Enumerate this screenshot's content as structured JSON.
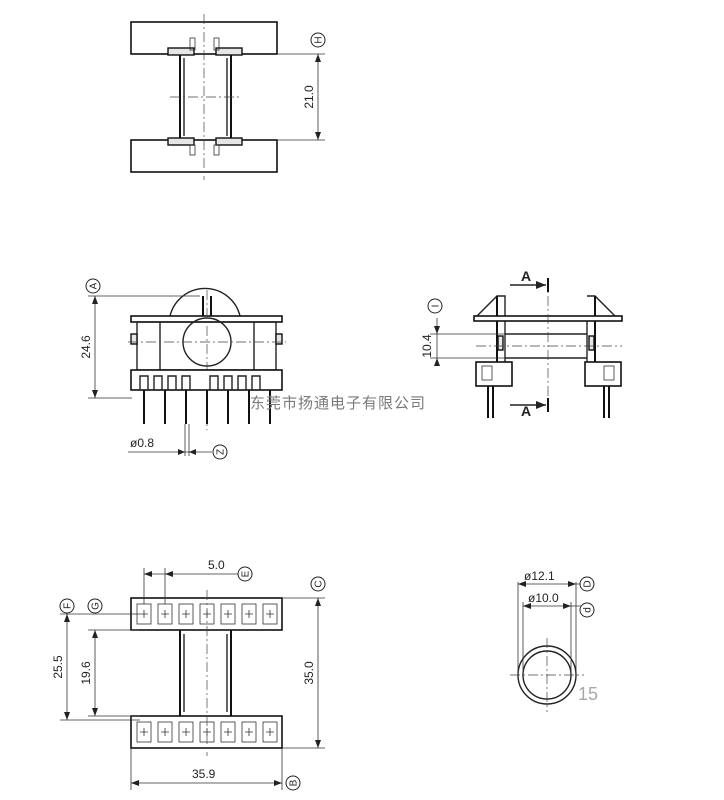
{
  "dimensions": {
    "d_21_0": "21.0",
    "d_24_6": "24.6",
    "d_0_8": "ø0.8",
    "d_10_4": "10.4",
    "d_5_0": "5.0",
    "d_25_5": "25.5",
    "d_19_6": "19.6",
    "d_35_0": "35.0",
    "d_35_9": "35.9",
    "d_12_1": "ø12.1",
    "d_10_0": "ø10.0"
  },
  "callouts": {
    "H": "H",
    "A": "A",
    "Z": "Z",
    "I": "I",
    "E": "E",
    "C": "C",
    "F": "F",
    "G": "G",
    "B": "B",
    "D": "D",
    "d": "d"
  },
  "section": {
    "top": "A",
    "bottom": "A"
  },
  "watermark": "东莞市扬通电子有限公司",
  "page_number": "15"
}
